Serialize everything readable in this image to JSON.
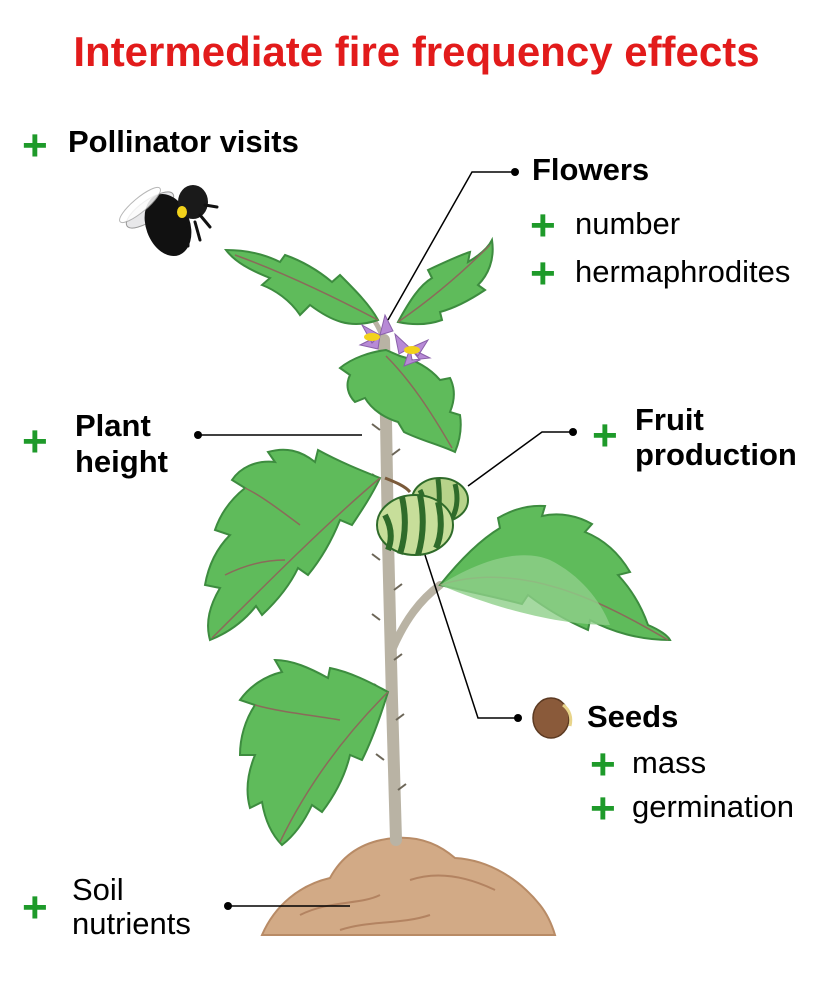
{
  "title": "Intermediate fire frequency effects",
  "colors": {
    "title": "#e21b1b",
    "plus": "#1e9a2a",
    "leaf": "#5fbb5b",
    "leaf_dark": "#3d8c3f",
    "stem": "#b9b3a4",
    "soil": "#d2aa86",
    "flower": "#b78ad6",
    "seed": "#8a5a3a"
  },
  "plus_symbol": "+",
  "labels": {
    "pollinator": "Pollinator visits",
    "flowers": {
      "heading": "Flowers",
      "items": [
        "number",
        "hermaphrodites"
      ]
    },
    "plant_height": [
      "Plant",
      "height"
    ],
    "fruit_production": [
      "Fruit",
      "production"
    ],
    "seeds": {
      "heading": "Seeds",
      "items": [
        "mass",
        "germination"
      ]
    },
    "soil_nutrients": [
      "Soil",
      "nutrients"
    ]
  },
  "icons": [
    "bee-icon",
    "plant-illustration",
    "flower-icon",
    "fruit-icon",
    "seed-icon",
    "soil-mound"
  ]
}
